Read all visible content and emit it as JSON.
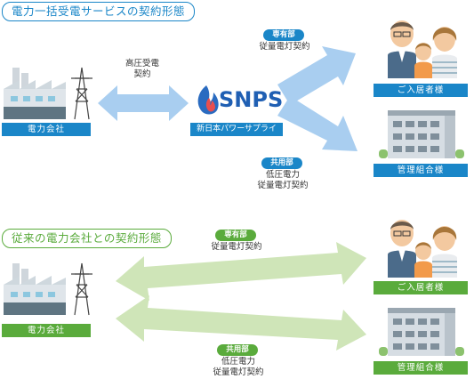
{
  "section1": {
    "title": "電力一括受電サービスの契約形態",
    "power_company": "電力会社",
    "contract_high_voltage": "高圧受電\n契約",
    "logo_text": "SNPS",
    "provider_name": "新日本パワーサプライ",
    "private_area_badge": "専有部",
    "private_contract": "従量電灯契約",
    "common_area_badge": "共用部",
    "common_contract": "低圧電力\n従量電灯契約",
    "residents": "ご入居者様",
    "management": "管理組合様"
  },
  "section2": {
    "title": "従来の電力会社との契約形態",
    "power_company": "電力会社",
    "private_area_badge": "専有部",
    "private_contract": "従量電灯契約",
    "common_area_badge": "共用部",
    "common_contract": "低圧電力\n従量電灯契約",
    "residents": "ご入居者様",
    "management": "管理組合様"
  },
  "colors": {
    "blue": "#1a86c8",
    "green": "#5aab3c",
    "blue_arrow": "#a9cef0",
    "green_arrow": "#cfe5b8"
  }
}
